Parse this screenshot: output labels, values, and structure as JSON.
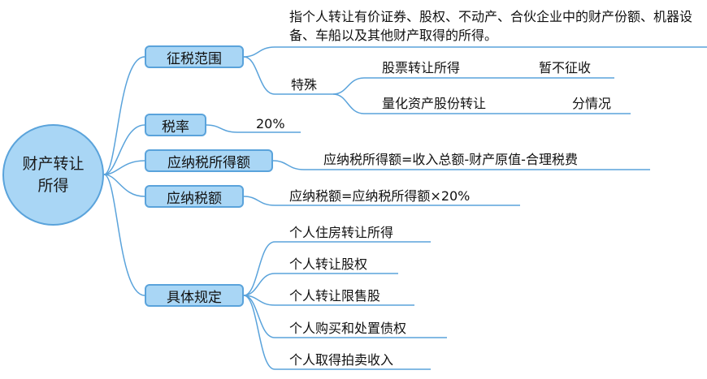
{
  "root": "财产转让所得",
  "branches": {
    "scope": {
      "label": "征税范围",
      "definition": "指个人转让有价证券、股权、不动产、合伙企业中的财产份额、机器设备、车船以及其他财产取得的所得。",
      "special": {
        "label": "特殊",
        "items": [
          {
            "name": "股票转让所得",
            "value": "暂不征收"
          },
          {
            "name": "量化资产股份转让",
            "value": "分情况"
          }
        ]
      }
    },
    "rate": {
      "label": "税率",
      "value": "20%"
    },
    "taxable_income": {
      "label": "应纳税所得额",
      "formula": "应纳税所得额=收入总额-财产原值-合理税费"
    },
    "tax_payable": {
      "label": "应纳税额",
      "formula": "应纳税额=应纳税所得额×20%"
    },
    "rules": {
      "label": "具体规定",
      "items": [
        "个人住房转让所得",
        "个人转让股权",
        "个人转让限售股",
        "个人购买和处置债权",
        "个人取得拍卖收入"
      ]
    }
  },
  "colors": {
    "node_fill": "#a9d6f5",
    "node_border": "#5aa3db",
    "line": "#5aa3db"
  }
}
